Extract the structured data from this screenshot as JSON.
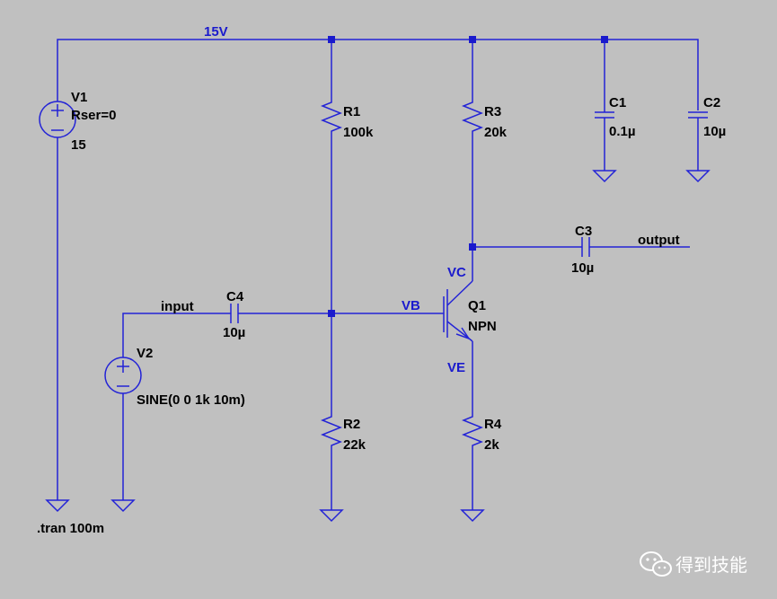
{
  "nets": {
    "supply": "15V",
    "base": "VB",
    "collector": "VC",
    "emitter": "VE",
    "input": "input",
    "output": "output"
  },
  "components": {
    "V1": {
      "name": "V1",
      "param": "Rser=0",
      "value": "15"
    },
    "V2": {
      "name": "V2",
      "value": "SINE(0 0 1k 10m)"
    },
    "R1": {
      "name": "R1",
      "value": "100k"
    },
    "R2": {
      "name": "R2",
      "value": "22k"
    },
    "R3": {
      "name": "R3",
      "value": "20k"
    },
    "R4": {
      "name": "R4",
      "value": "2k"
    },
    "C1": {
      "name": "C1",
      "value": "0.1µ"
    },
    "C2": {
      "name": "C2",
      "value": "10µ"
    },
    "C3": {
      "name": "C3",
      "value": "10µ"
    },
    "C4": {
      "name": "C4",
      "value": "10µ"
    },
    "Q1": {
      "name": "Q1",
      "value": "NPN"
    }
  },
  "directive": ".tran 100m",
  "watermark": {
    "text": "得到技能",
    "icon": "wechat-icon"
  },
  "colors": {
    "background": "#c0c0c0",
    "wire": "#2323d6",
    "net_label": "#1a1acd",
    "text": "#000000"
  }
}
